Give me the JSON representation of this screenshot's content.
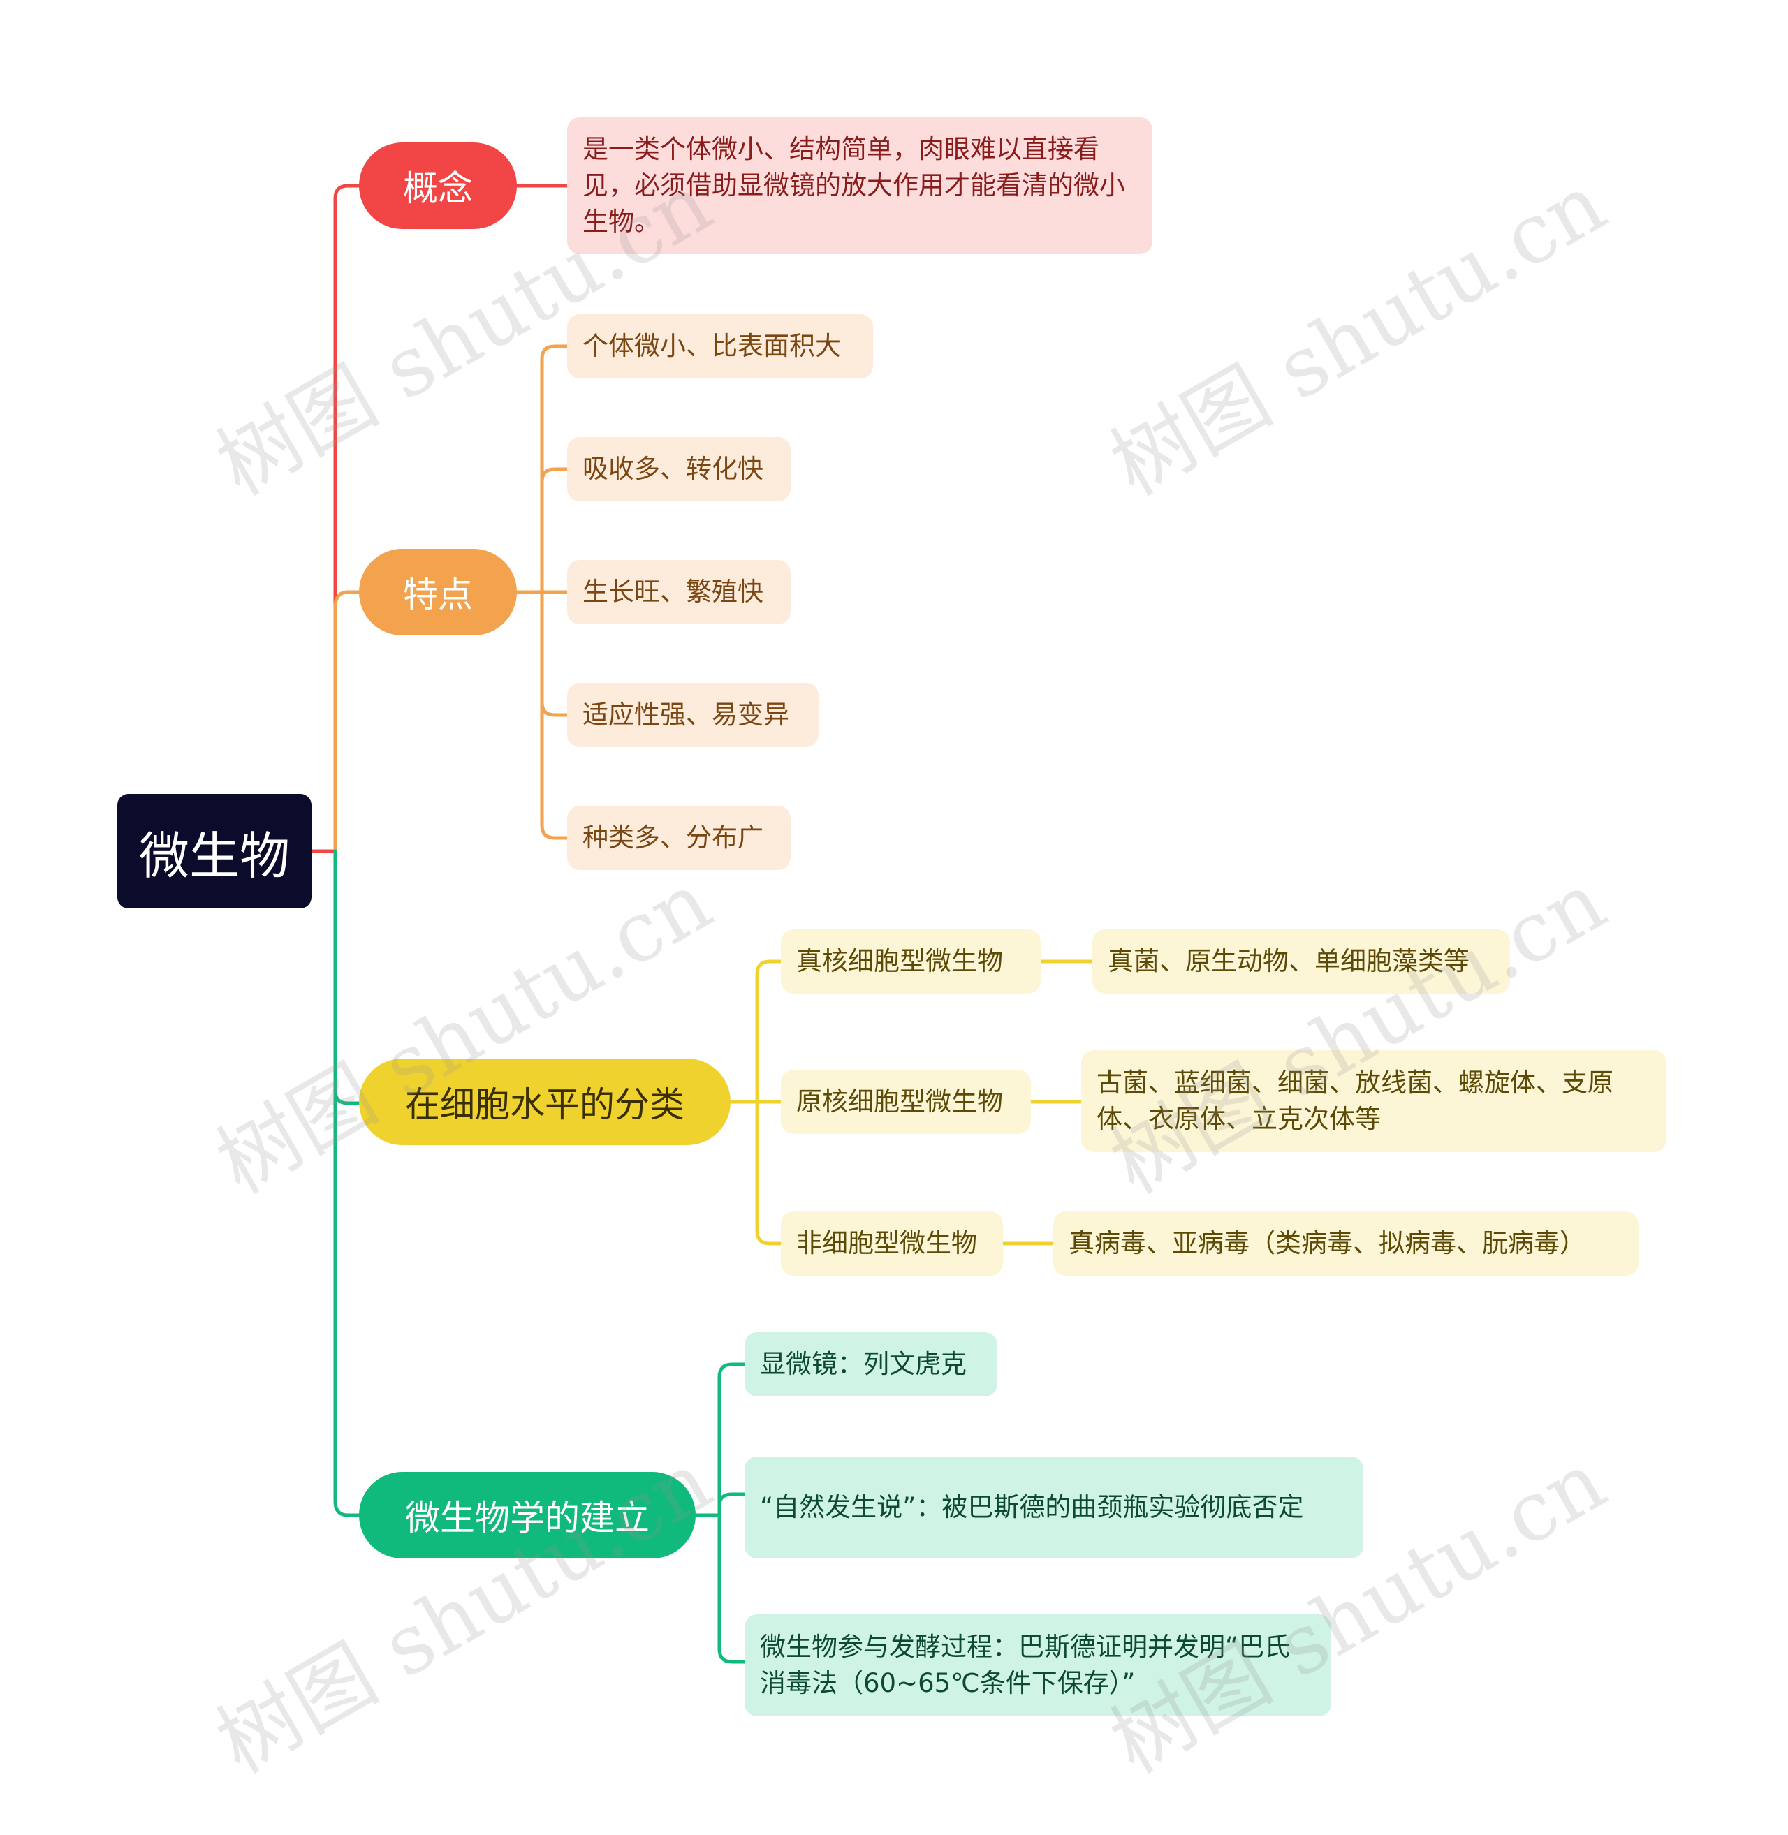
{
  "root": {
    "label": "微生物"
  },
  "colors": {
    "root_bg": "#0b0b2b",
    "concept": "#f24545",
    "concept_leaf_bg": "#fddcdc",
    "concept_leaf_text": "#8a1c1c",
    "feature": "#f3a24d",
    "feature_leaf_bg": "#fdebdc",
    "feature_leaf_text": "#7a4611",
    "classification": "#f0d22f",
    "classification_leaf_bg": "#fdf6d6",
    "classification_leaf_text": "#5c4a06",
    "founding": "#10b97c",
    "founding_leaf_bg": "#cff3e5",
    "founding_leaf_text": "#0c4a33"
  },
  "branches": {
    "concept": {
      "label": "概念",
      "items": [
        "是一类个体微小、结构简单，肉眼难以直接看见，必须借助显微镜的放大作用才能看清的微小生物。"
      ]
    },
    "features": {
      "label": "特点",
      "items": [
        "个体微小、比表面积大",
        "吸收多、转化快",
        "生长旺、繁殖快",
        "适应性强、易变异",
        "种类多、分布广"
      ]
    },
    "classification": {
      "label": "在细胞水平的分类",
      "groups": [
        {
          "label": "真核细胞型微生物",
          "detail": "真菌、原生动物、单细胞藻类等"
        },
        {
          "label": "原核细胞型微生物",
          "detail": "古菌、蓝细菌、细菌、放线菌、螺旋体、支原体、衣原体、立克次体等"
        },
        {
          "label": "非细胞型微生物",
          "detail": "真病毒、亚病毒（类病毒、拟病毒、朊病毒）"
        }
      ]
    },
    "founding": {
      "label": "微生物学的建立",
      "items": [
        "显微镜：列文虎克",
        "“自然发生说”：被巴斯德的曲颈瓶实验彻底否定",
        "微生物参与发酵过程：巴斯德证明并发明“巴氏消毒法（60~65℃条件下保存）”"
      ]
    }
  },
  "watermark": "树图 shutu.cn"
}
